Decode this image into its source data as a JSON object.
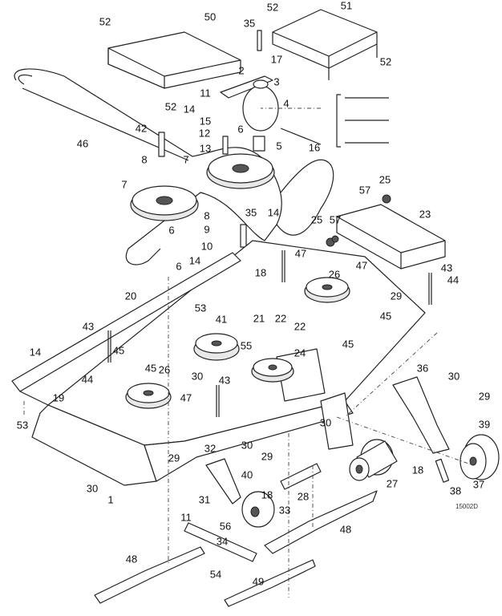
{
  "diagram": {
    "drawing_number": "15002D",
    "callouts": [
      "52",
      "50",
      "35",
      "52",
      "51",
      "17",
      "2",
      "3",
      "52",
      "11",
      "52",
      "14",
      "4",
      "15",
      "6",
      "12",
      "5",
      "16",
      "13",
      "42",
      "46",
      "8",
      "7",
      "7",
      "25",
      "57",
      "8",
      "35",
      "14",
      "23",
      "25",
      "57",
      "9",
      "6",
      "10",
      "14",
      "6",
      "47",
      "26",
      "18",
      "43",
      "44",
      "47",
      "20",
      "29",
      "53",
      "45",
      "43",
      "41",
      "21",
      "22",
      "22",
      "45",
      "14",
      "45",
      "55",
      "24",
      "44",
      "45",
      "26",
      "30",
      "43",
      "19",
      "36",
      "30",
      "29",
      "53",
      "47",
      "30",
      "30",
      "32",
      "29",
      "29",
      "39",
      "40",
      "18",
      "18",
      "30",
      "1",
      "28",
      "27",
      "38",
      "37",
      "31",
      "11",
      "33",
      "56",
      "34",
      "48",
      "48",
      "54",
      "49"
    ]
  }
}
